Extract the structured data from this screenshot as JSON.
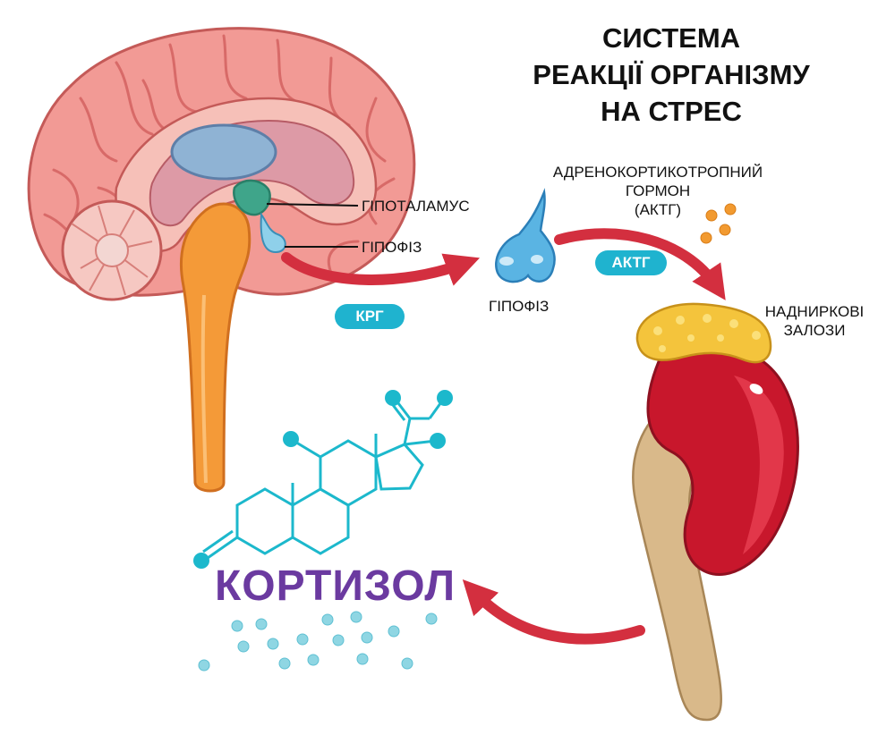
{
  "title": {
    "line1": "СИСТЕМА",
    "line2": "РЕАКЦІЇ ОРГАНІЗМУ",
    "line3": "НА СТРЕС"
  },
  "labels": {
    "hypothalamus": "ГІПОТАЛАМУС",
    "pituitary_brain": "ГІПОФІЗ",
    "pituitary_gland": "ГІПОФІЗ",
    "acth_line1": "АДРЕНОКОРТИКОТРОПНИЙ",
    "acth_line2": "ГОРМОН",
    "acth_line3": "(АКТГ)",
    "adrenal_line1": "НАДНИРКОВІ",
    "adrenal_line2": "ЗАЛОЗИ",
    "cortisol": "КОРТИЗОЛ"
  },
  "badges": {
    "crh": "КРГ",
    "acth": "АКТГ"
  },
  "colors": {
    "badge": "#1fb3cf",
    "arrow": "#d32f3f",
    "cortisol_text": "#6b3aa0",
    "molecule": "#1cb8cc",
    "brain": "#f08a86",
    "kidney": "#c8172c",
    "adrenal": "#f4c43c",
    "spine": "#f49a38",
    "hormone_dots": "#f29a30",
    "cortisol_dots": "#8fd6e3"
  },
  "icons": [
    "brain-illustration",
    "pituitary-gland-icon",
    "kidney-illustration",
    "adrenal-gland-icon",
    "cortisol-molecule-icon"
  ]
}
